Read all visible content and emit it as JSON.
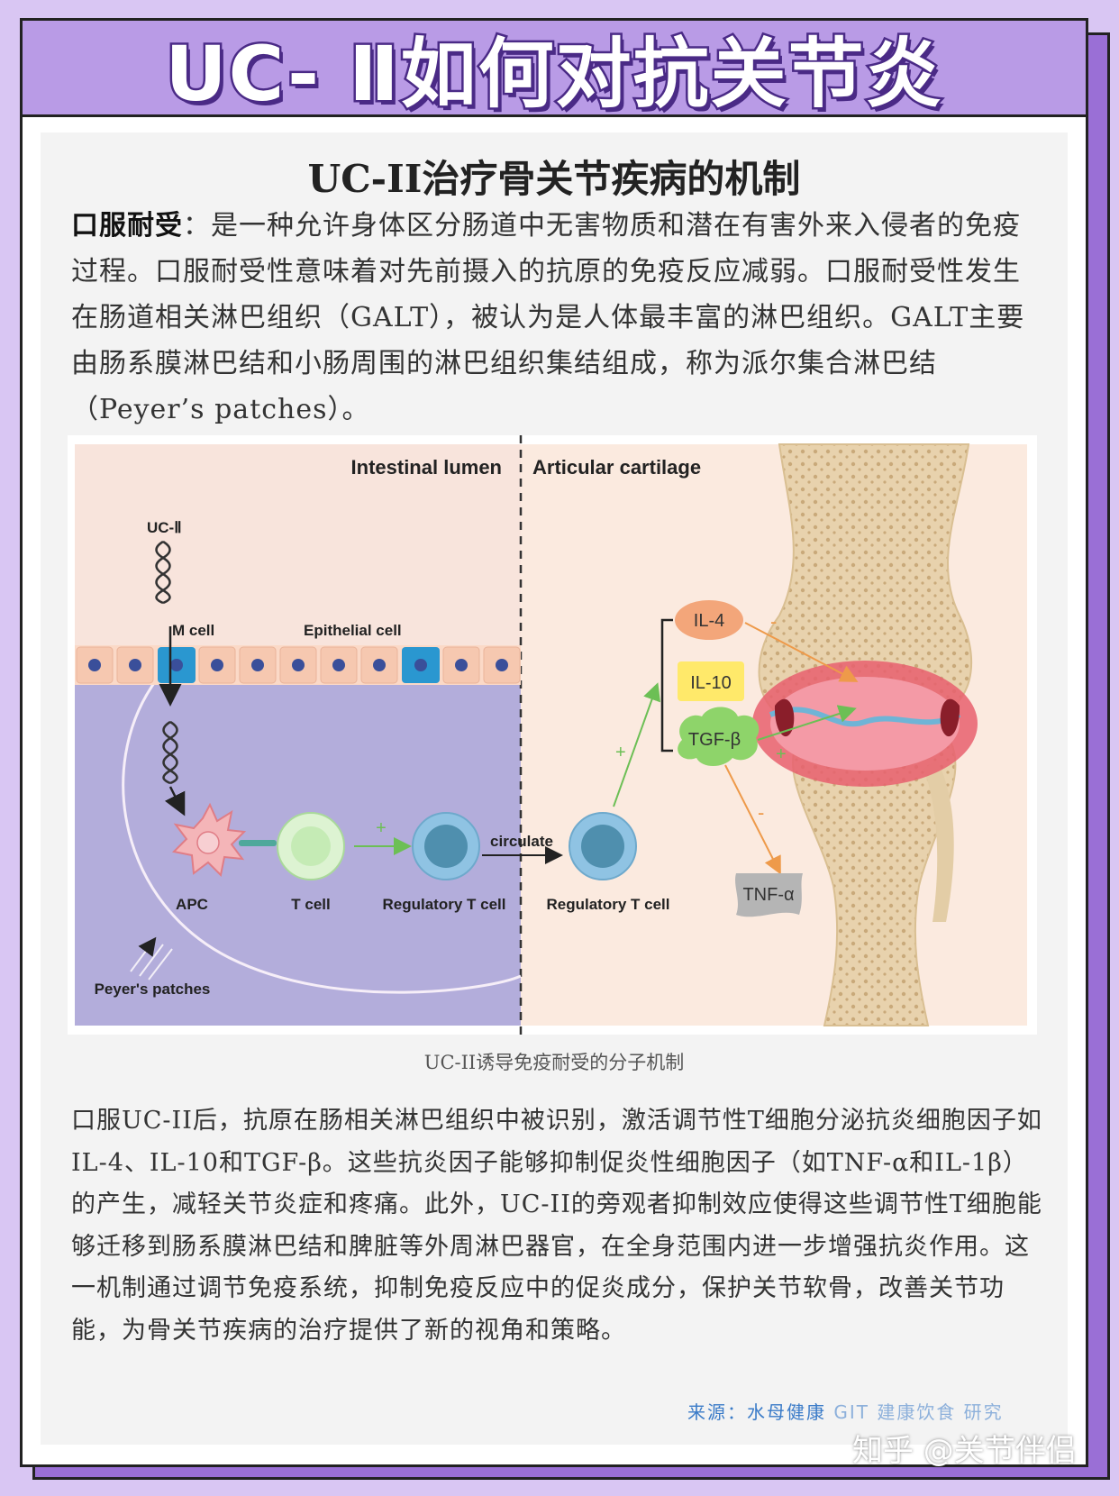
{
  "header": {
    "title": "UC- Ⅱ如何对抗关节炎"
  },
  "subtitle": "UC-II治疗骨关节疾病的机制",
  "intro": {
    "term": "口服耐受",
    "text": "：是一种允许身体区分肠道中无害物质和潜在有害外来入侵者的免疫过程。口服耐受性意味着对先前摄入的抗原的免疫反应减弱。口服耐受性发生在肠道相关淋巴组织（GALT），被认为是人体最丰富的淋巴组织。GALT主要由肠系膜淋巴结和小肠周围的淋巴组织集结组成，称为派尔集合淋巴结（Peyer’s patches）。"
  },
  "figure": {
    "left_region": "Intestinal lumen",
    "right_region": "Articular cartilage",
    "uc2": "UC-Ⅱ",
    "m_cell": "M cell",
    "epithelial": "Epithelial cell",
    "apc": "APC",
    "t_cell": "T cell",
    "treg_left": "Regulatory T cell",
    "circulate": "circulate",
    "treg_right": "Regulatory T cell",
    "peyers": "Peyer's patches",
    "il4": "IL-4",
    "il10": "IL-10",
    "tgfb": "TGF-β",
    "tnfa": "TNF-α",
    "plus": "+",
    "minus": "-",
    "colors": {
      "lumen_bg": "#f8e4dc",
      "tissue_bg": "#b3addb",
      "cartilage_bg": "#fbeadf",
      "il4": "#f3a67a",
      "il10": "#ffe96a",
      "tgfb": "#8ed46a",
      "tnfa": "#b5b5b5"
    }
  },
  "caption": "UC-II诱导免疫耐受的分子机制",
  "body": "口服UC-II后，抗原在肠相关淋巴组织中被识别，激活调节性T细胞分泌抗炎细胞因子如IL-4、IL-10和TGF-β。这些抗炎因子能够抑制促炎性细胞因子（如TNF-α和IL-1β）的产生，减轻关节炎症和疼痛。此外，UC-II的旁观者抑制效应使得这些调节性T细胞能够迁移到肠系膜淋巴结和脾脏等外周淋巴器官，在全身范围内进一步增强抗炎作用。这一机制通过调节免疫系统，抑制免疫反应中的促炎成分，保护关节软骨，改善关节功能，为骨关节疾病的治疗提供了新的视角和策略。",
  "source": {
    "text": "来源：水母健康",
    "tail": "GIT 建康饮食 研究"
  },
  "watermark": "知乎 @关节伴侣"
}
